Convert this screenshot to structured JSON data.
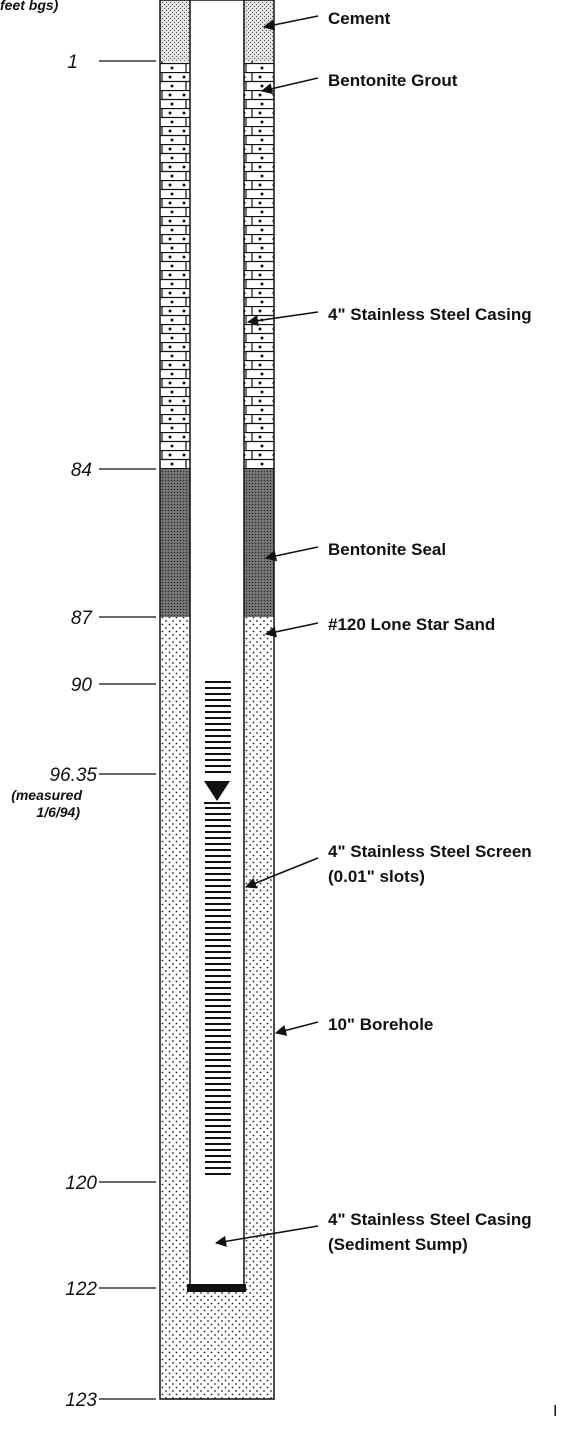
{
  "diagram": {
    "header_fragment": "feet bgs)",
    "depth_labels": {
      "d1": "1",
      "d84": "84",
      "d87": "87",
      "d90": "90",
      "d96": "96.35",
      "d96_note_1": "(measured",
      "d96_note_2": "1/6/94)",
      "d120": "120",
      "d122": "122",
      "d123": "123"
    },
    "callouts": {
      "cement": "Cement",
      "bentonite_grout": "Bentonite Grout",
      "casing_upper": "4\" Stainless Steel Casing",
      "bentonite_seal": "Bentonite Seal",
      "sand": "#120 Lone Star Sand",
      "screen_1": "4\" Stainless Steel Screen",
      "screen_2": "(0.01\" slots)",
      "borehole": "10\" Borehole",
      "sump_1": "4\" Stainless Steel Casing",
      "sump_2": "(Sediment Sump)"
    },
    "stray_mark": "I"
  }
}
